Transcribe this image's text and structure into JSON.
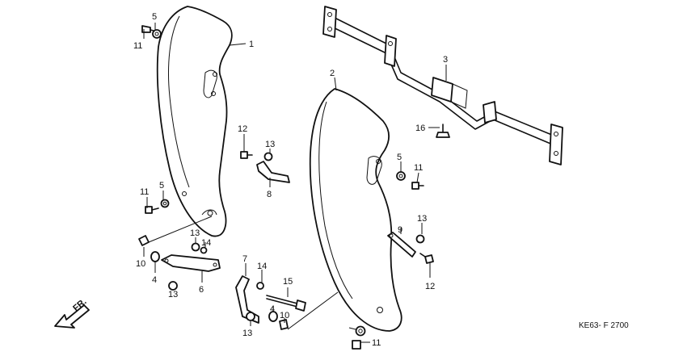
{
  "diagram": {
    "drawing_code": "KE63- F 2700",
    "direction_label": "FR.",
    "callouts": [
      "1",
      "2",
      "3",
      "4",
      "4",
      "5",
      "5",
      "5",
      "6",
      "7",
      "8",
      "9",
      "10",
      "10",
      "11",
      "11",
      "11",
      "11",
      "12",
      "12",
      "13",
      "13",
      "13",
      "13",
      "13",
      "14",
      "14",
      "15",
      "16"
    ]
  }
}
